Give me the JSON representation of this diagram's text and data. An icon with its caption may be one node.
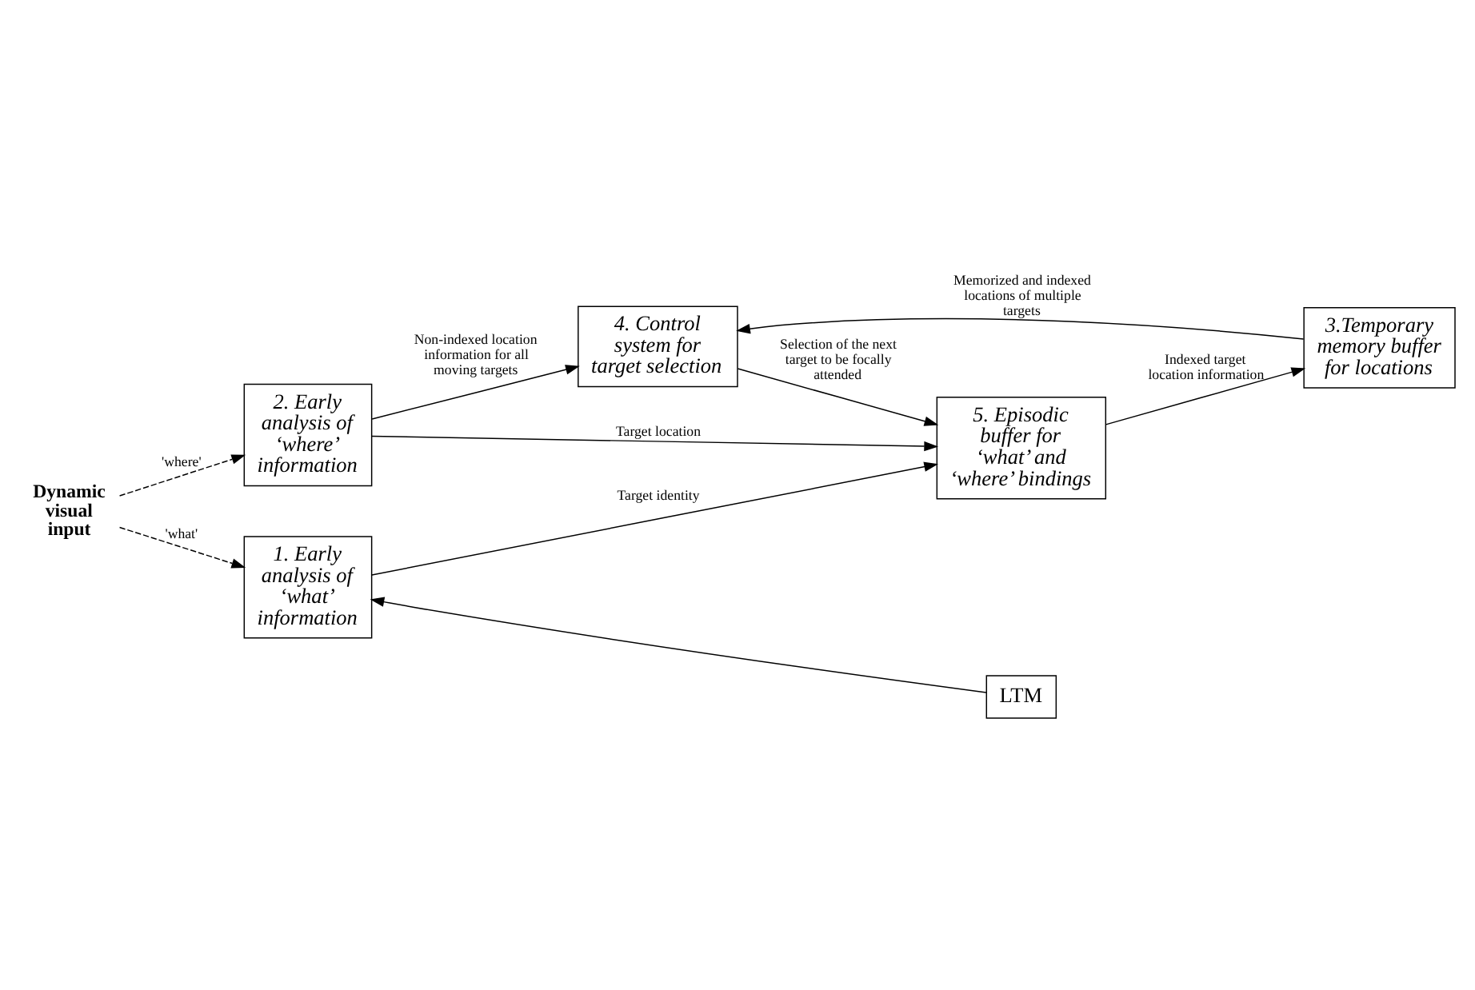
{
  "diagram": {
    "nodes": [
      {
        "text": [
          "2. Early analysis of ‘where’ information"
        ]
      },
      {
        "text": [
          "4. Control system for target selection"
        ]
      },
      {
        "text": [
          "5. Episodic buffer for ‘what’ and ‘where’ bindings"
        ]
      },
      {
        "text": [
          "Dynamic visual input"
        ]
      },
      {
        "text": [
          "1. Early analysis of ‘what’ information"
        ]
      },
      {
        "text": [
          "LTM"
        ]
      },
      {
        "text": [
          "3.Temporary memory buffer for locations"
        ]
      }
    ],
    "edges": [
      {
        "from": 0,
        "to": 1,
        "arrow": "to",
        "label": "Non-indexed location information for all moving targets"
      },
      {
        "from": 1,
        "to": 2,
        "arrow": "to",
        "label": "Selection of the next target to be focally attended"
      },
      {
        "from": 0,
        "to": 2,
        "arrow": "to",
        "label": "Target location"
      },
      {
        "from": 3,
        "to": 0,
        "arrow": "to",
        "label": "'where'",
        "style": "dashed"
      },
      {
        "from": 3,
        "to": 4,
        "arrow": "to",
        "label": "'what'",
        "style": "dashed"
      },
      {
        "from": 4,
        "to": 2,
        "arrow": "to",
        "label": "Target identity"
      },
      {
        "from": 5,
        "to": 4,
        "arrow": "to"
      },
      {
        "from": 2,
        "to": 6,
        "arrow": "to",
        "label": "Indexed target location information"
      },
      {
        "from": 6,
        "to": 1,
        "arrow": "to",
        "label": "Memorized and indexed locations of multiple targets"
      }
    ]
  }
}
